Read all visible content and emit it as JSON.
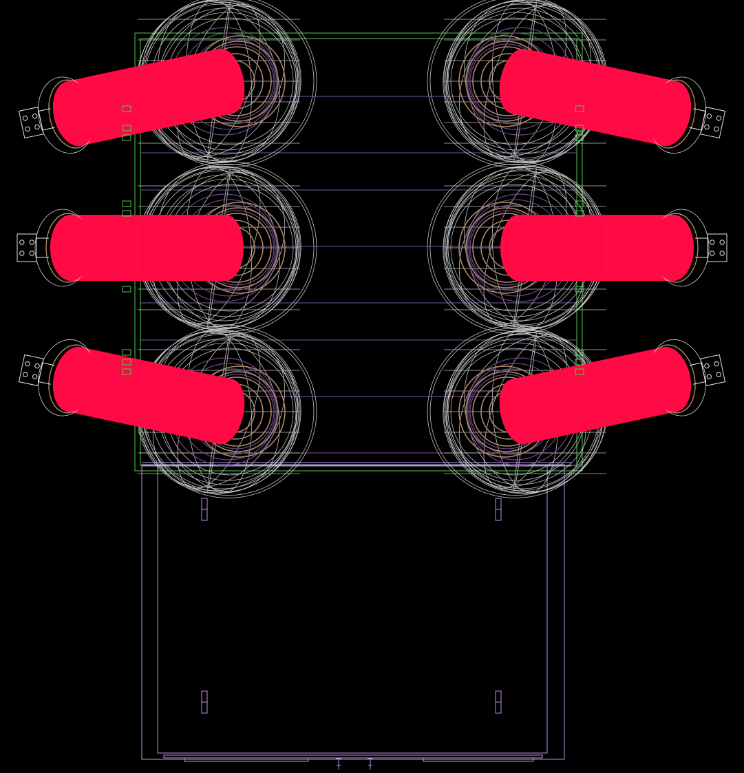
{
  "drawing": {
    "view": "top",
    "colors": {
      "background": "#000000",
      "insulator": "#ff0a44",
      "wire": "#d8d8d8",
      "tan": "#b08868",
      "purple": "#6a4a86",
      "frame": "#c090e8",
      "green": "#55cc55",
      "terminal": "#e8e8e8"
    },
    "phases": [
      {
        "id": "upper-left",
        "side": "left",
        "row": 1,
        "tilt": "up"
      },
      {
        "id": "upper-right",
        "side": "right",
        "row": 1,
        "tilt": "up"
      },
      {
        "id": "middle-left",
        "side": "left",
        "row": 2,
        "tilt": "level"
      },
      {
        "id": "middle-right",
        "side": "right",
        "row": 2,
        "tilt": "level"
      },
      {
        "id": "lower-left",
        "side": "left",
        "row": 3,
        "tilt": "down"
      },
      {
        "id": "lower-right",
        "side": "right",
        "row": 3,
        "tilt": "down"
      }
    ]
  }
}
